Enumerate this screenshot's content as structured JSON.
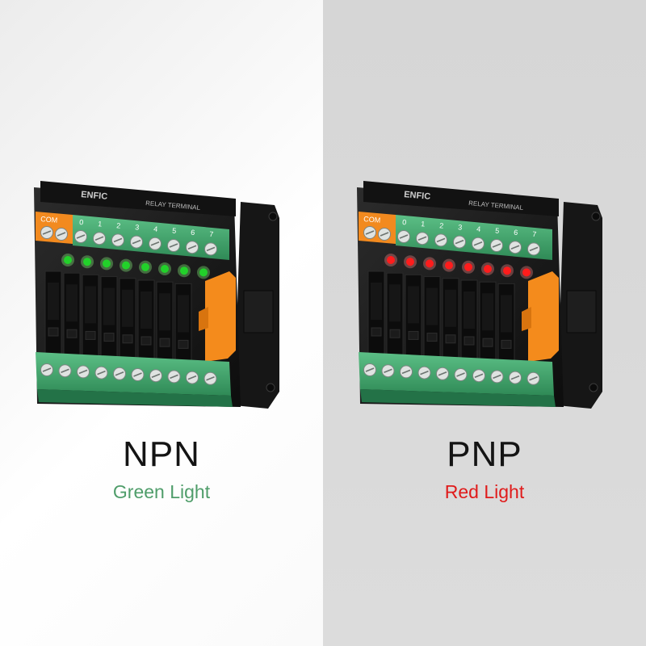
{
  "panels": [
    {
      "title": "NPN",
      "subtitle": "Green Light",
      "subtitle_color": "#4f9d6a",
      "led_color": "#22d12a",
      "led_glow": "#8cff80",
      "brand": "ENFIC",
      "product": "RELAY TERMINAL",
      "com_label": "COM",
      "channel_labels": [
        "0",
        "1",
        "2",
        "3",
        "4",
        "5",
        "6",
        "7"
      ]
    },
    {
      "title": "PNP",
      "subtitle": "Red Light",
      "subtitle_color": "#e01b1b",
      "led_color": "#ff1c1c",
      "led_glow": "#ff8a8a",
      "brand": "ENFIC",
      "product": "RELAY TERMINAL",
      "com_label": "COM",
      "channel_labels": [
        "0",
        "1",
        "2",
        "3",
        "4",
        "5",
        "6",
        "7"
      ]
    }
  ]
}
